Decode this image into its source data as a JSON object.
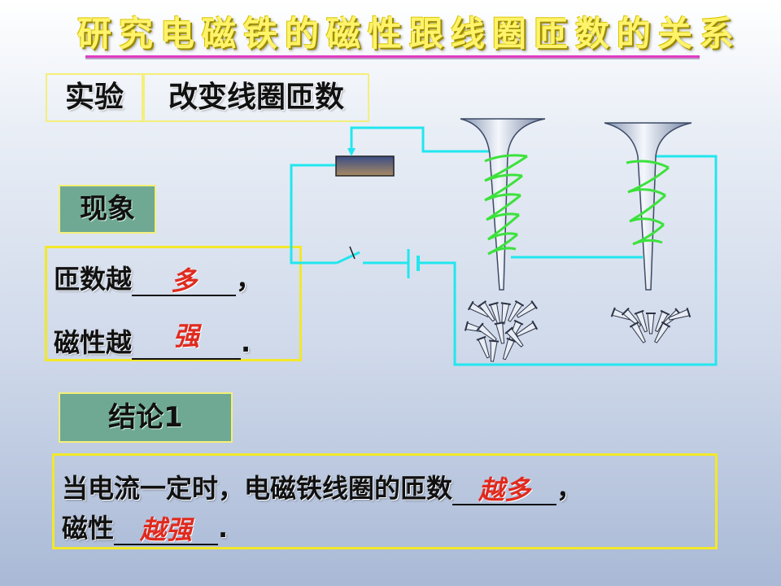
{
  "title": "研究电磁铁的磁性跟线圈匝数的关系",
  "experiment": {
    "label": "实验",
    "value": "改变线圈匝数"
  },
  "phenomenon": {
    "tag": "现象",
    "line1": {
      "prefix": "匝数越",
      "answer": "多",
      "suffix": "，"
    },
    "line2": {
      "prefix": "磁性越",
      "answer": "强",
      "suffix": "."
    }
  },
  "conclusion": {
    "tag": "结论1",
    "line1": {
      "prefix": "当电流一定时，电磁铁线圈的匝数",
      "answer": "越多",
      "suffix": "，"
    },
    "line2": {
      "prefix": "磁性",
      "answer": "越强",
      "suffix": "."
    }
  },
  "colors": {
    "title": "#fff36a",
    "title_rule": "#e33cc2",
    "frame": "#f2e82a",
    "tag_fill": "#6fa993",
    "wire": "#22e6ee",
    "coil": "#3ce23c",
    "answer": "#e02a1e"
  },
  "diagram": {
    "electromagnet_left_turns": 6,
    "electromagnet_right_turns": 4
  }
}
